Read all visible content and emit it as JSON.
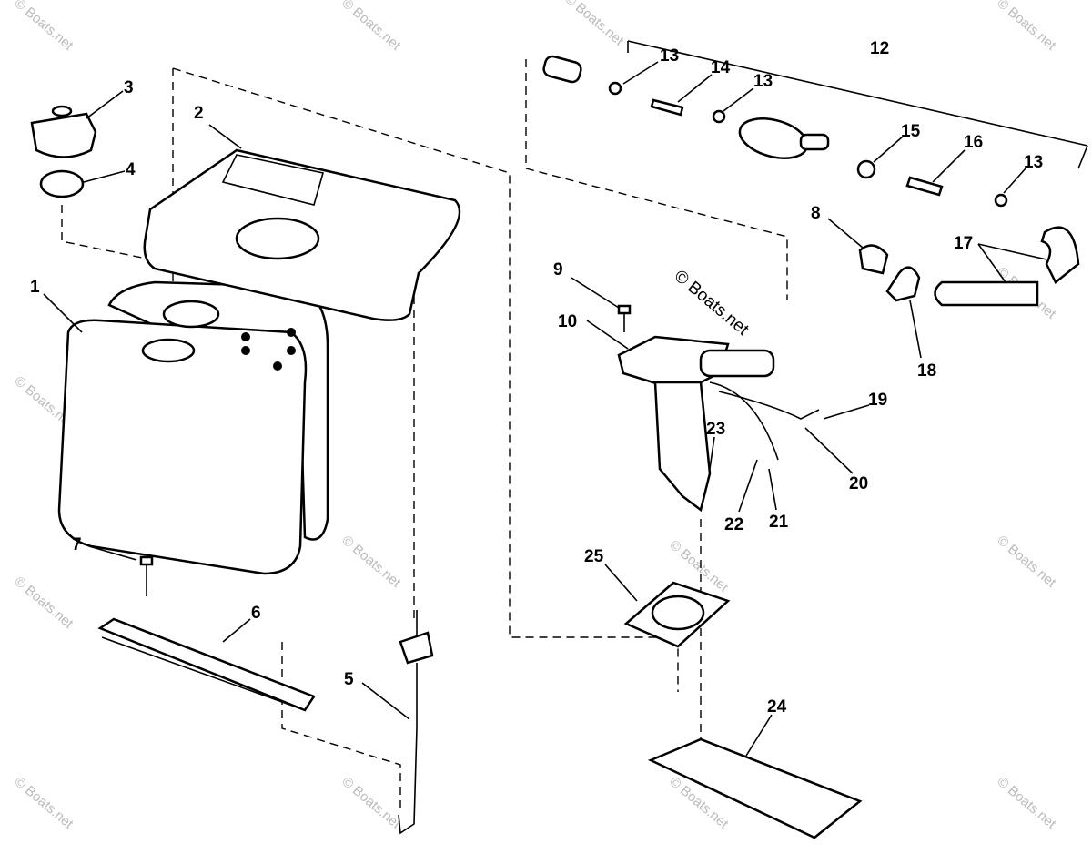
{
  "watermark": "© Boats.net",
  "callouts": [
    {
      "id": "1",
      "label": "1"
    },
    {
      "id": "2",
      "label": "2"
    },
    {
      "id": "3",
      "label": "3"
    },
    {
      "id": "4",
      "label": "4"
    },
    {
      "id": "5",
      "label": "5"
    },
    {
      "id": "6",
      "label": "6"
    },
    {
      "id": "7",
      "label": "7"
    },
    {
      "id": "8",
      "label": "8"
    },
    {
      "id": "9",
      "label": "9"
    },
    {
      "id": "10",
      "label": "10"
    },
    {
      "id": "12",
      "label": "12"
    },
    {
      "id": "13a",
      "label": "13"
    },
    {
      "id": "14",
      "label": "14"
    },
    {
      "id": "13b",
      "label": "13"
    },
    {
      "id": "15",
      "label": "15"
    },
    {
      "id": "16",
      "label": "16"
    },
    {
      "id": "13c",
      "label": "13"
    },
    {
      "id": "17",
      "label": "17"
    },
    {
      "id": "18",
      "label": "18"
    },
    {
      "id": "19",
      "label": "19"
    },
    {
      "id": "20",
      "label": "20"
    },
    {
      "id": "21",
      "label": "21"
    },
    {
      "id": "22",
      "label": "22"
    },
    {
      "id": "23",
      "label": "23"
    },
    {
      "id": "24",
      "label": "24"
    },
    {
      "id": "25",
      "label": "25"
    }
  ]
}
